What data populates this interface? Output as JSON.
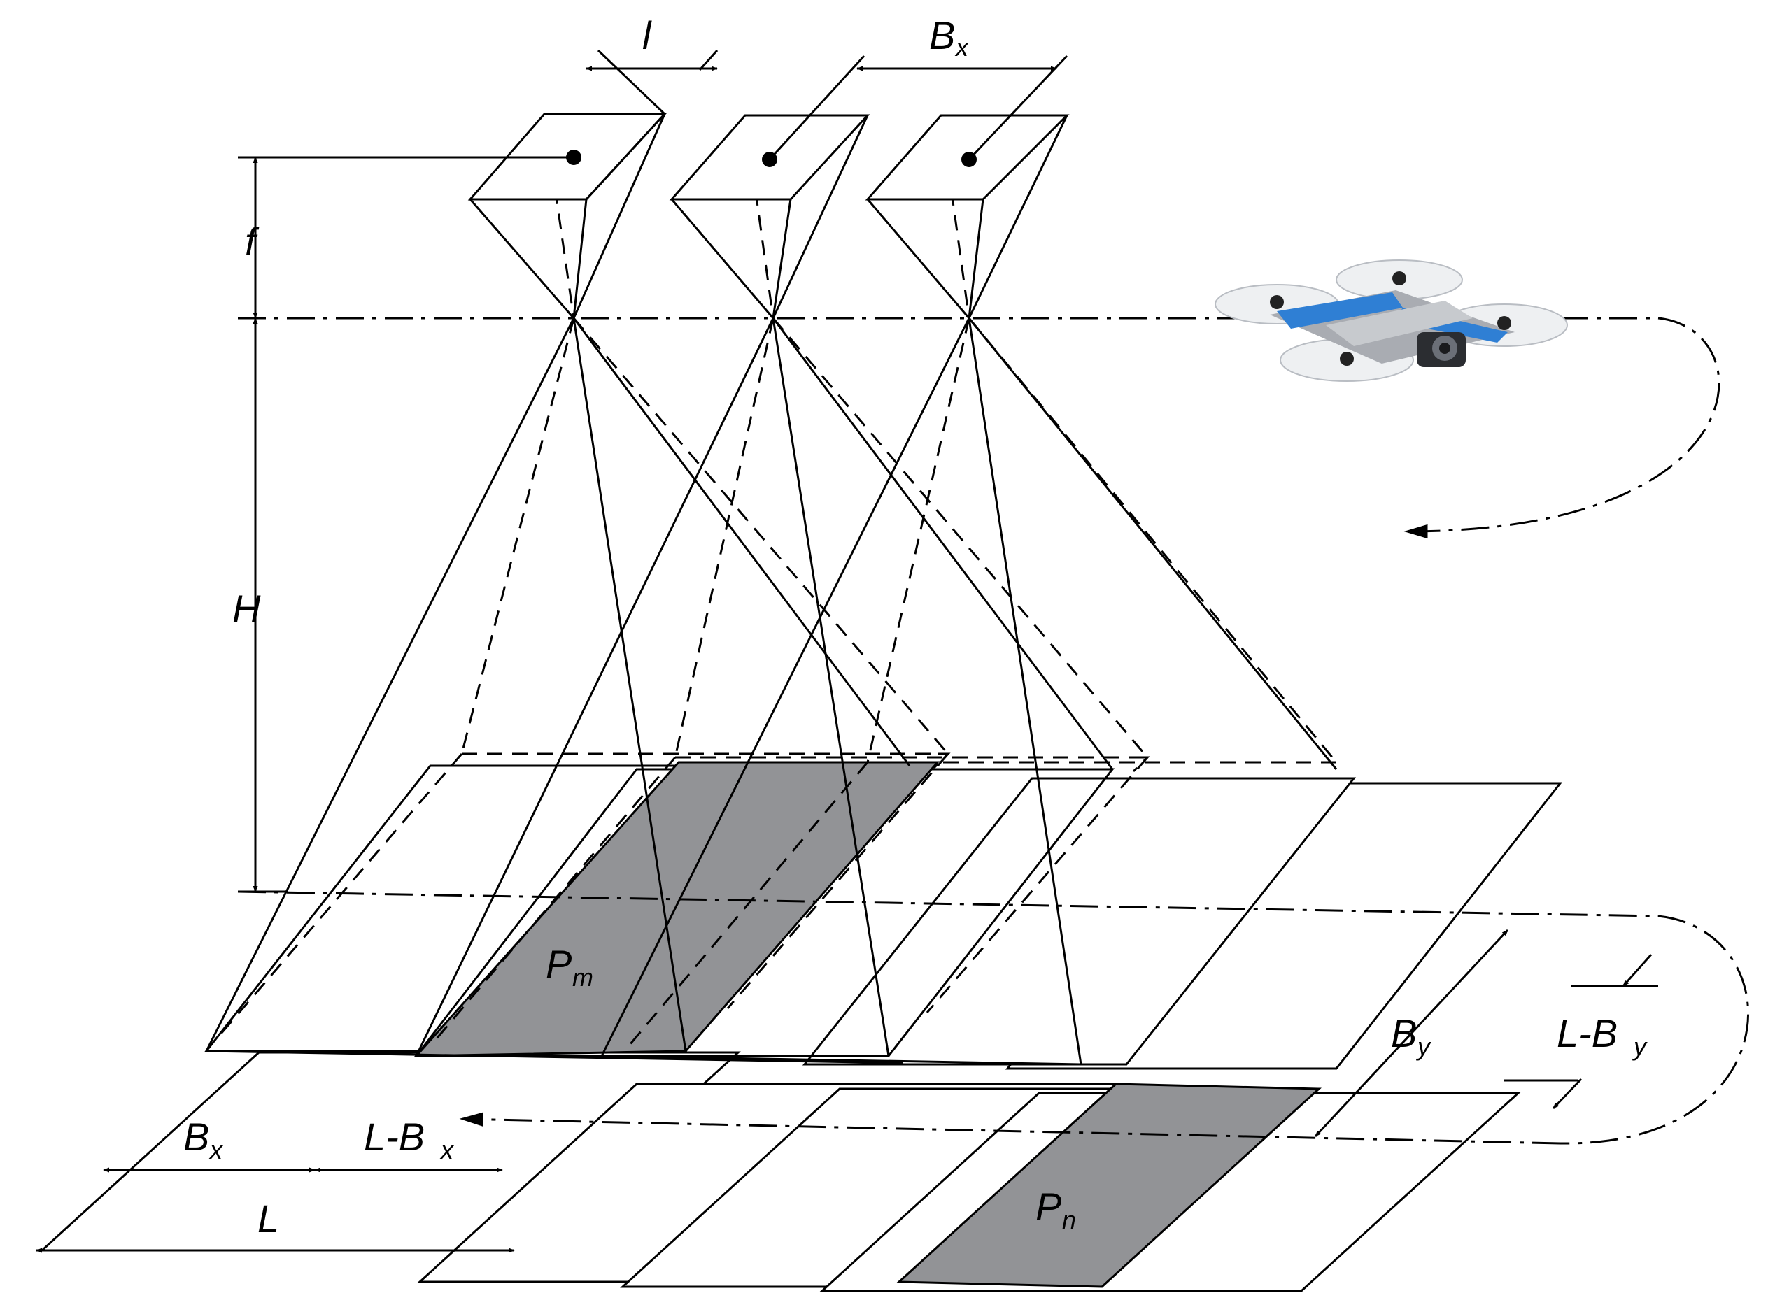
{
  "labels": {
    "l": "l",
    "bx_top": "B",
    "bx_top_sub": "x",
    "f": "f",
    "h": "H",
    "pm": "P",
    "pm_sub": "m",
    "pn": "P",
    "pn_sub": "n",
    "bx": "B",
    "bx_sub": "x",
    "lbx": "L-B",
    "lbx_sub": "x",
    "l_big": "L",
    "by": "B",
    "by_sub": "y",
    "lby": "L-B",
    "lby_sub": "y"
  },
  "colors": {
    "overlap_fill": "#929396",
    "line": "#000000",
    "drone_body": "#2f7fd4",
    "drone_gray": "#a9acb2"
  }
}
